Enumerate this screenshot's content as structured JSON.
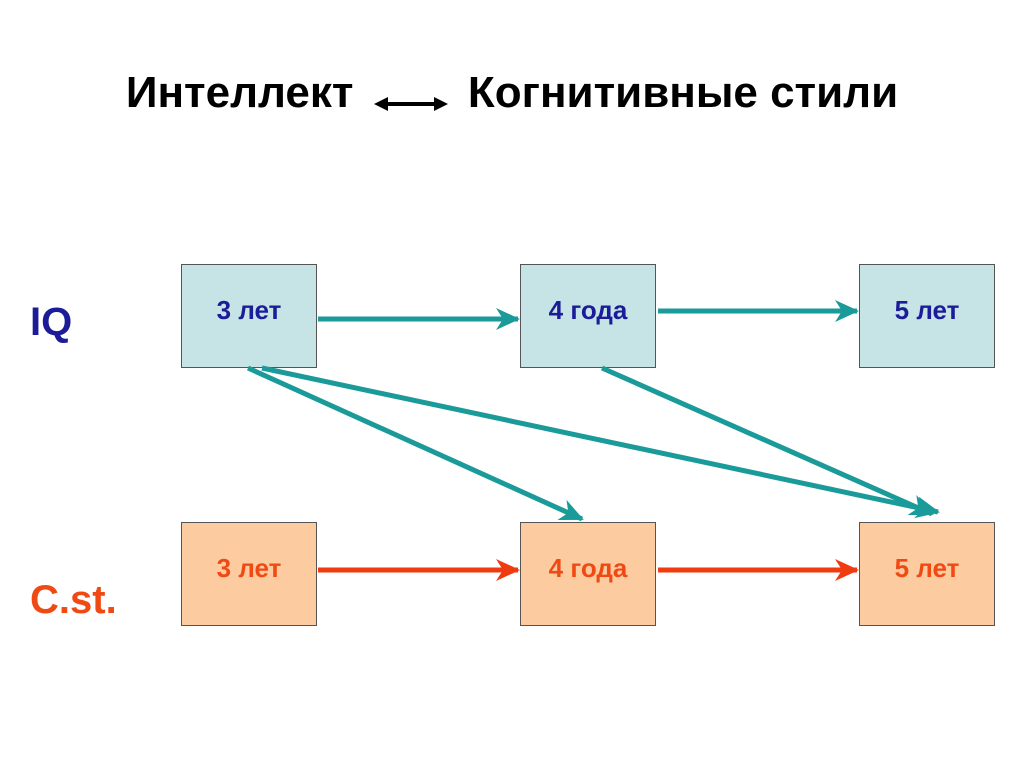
{
  "title": {
    "left": "Интеллект",
    "right": "Когнитивные стили",
    "connector_icon": "double-headed-arrow"
  },
  "rows": {
    "iq": {
      "label": "IQ",
      "color": "#1c1c99",
      "box_fill": "#c6e3e5",
      "text_color": "#1c1c99",
      "boxes": [
        "3 лет",
        "4 года",
        "5 лет"
      ]
    },
    "cst": {
      "label": "C.st.",
      "color": "#f04a14",
      "box_fill": "#fdcba0",
      "text_color": "#f04a14",
      "boxes": [
        "3 лет",
        "4 года",
        "5 лет"
      ]
    }
  },
  "arrows": {
    "iq_color": "#1a9a99",
    "cst_color": "#f03a10"
  }
}
